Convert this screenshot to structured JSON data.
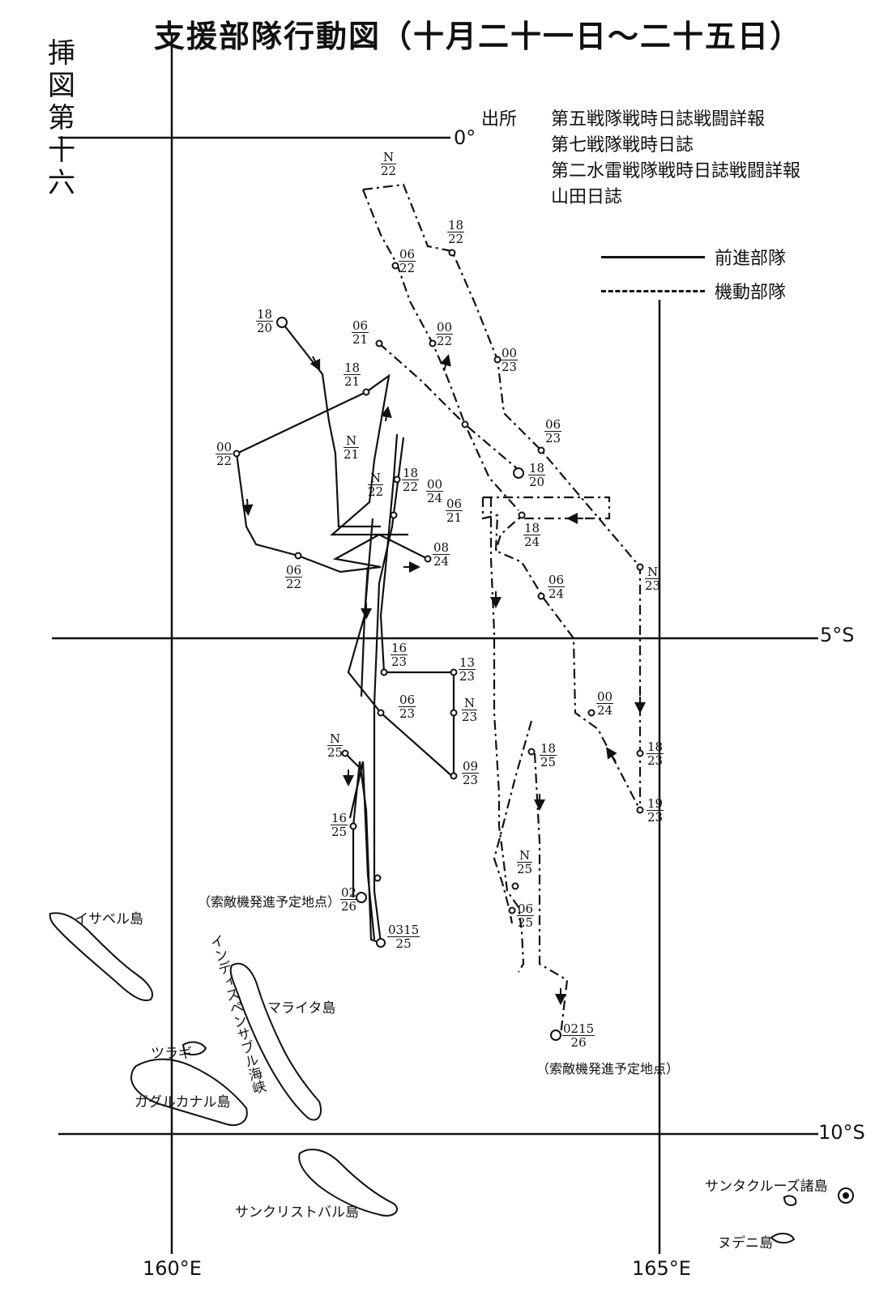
{
  "title": "支援部隊行動図（十月二十一日～二十五日）",
  "figure_label": "挿図第十六",
  "sources": {
    "heading": "出所",
    "items": [
      "第五戦隊戦時日誌戦闘詳報",
      "第七戦隊戦時日誌",
      "第二水雷戦隊戦時日誌戦闘詳報",
      "山田日誌"
    ]
  },
  "legend": {
    "advance_force": "前進部隊",
    "mobile_force": "機動部隊"
  },
  "grid": {
    "lat_0": "0°",
    "lat_5s": "5°S",
    "lat_10s": "10°S",
    "lon_160e": "160°E",
    "lon_165e": "165°E"
  },
  "fracs": [
    {
      "n": "N",
      "d": "22"
    },
    {
      "n": "18",
      "d": "22"
    },
    {
      "n": "06",
      "d": "22"
    },
    {
      "n": "00",
      "d": "22"
    },
    {
      "n": "00",
      "d": "23"
    },
    {
      "n": "06",
      "d": "23"
    },
    {
      "n": "18",
      "d": "20"
    },
    {
      "n": "06",
      "d": "21"
    },
    {
      "n": "18",
      "d": "21"
    },
    {
      "n": "00",
      "d": "22"
    },
    {
      "n": "N",
      "d": "21"
    },
    {
      "n": "N",
      "d": "22"
    },
    {
      "n": "18",
      "d": "22"
    },
    {
      "n": "00",
      "d": "24"
    },
    {
      "n": "06",
      "d": "21"
    },
    {
      "n": "18",
      "d": "20"
    },
    {
      "n": "18",
      "d": "24"
    },
    {
      "n": "08",
      "d": "24"
    },
    {
      "n": "06",
      "d": "22"
    },
    {
      "n": "06",
      "d": "24"
    },
    {
      "n": "N",
      "d": "23"
    },
    {
      "n": "16",
      "d": "23"
    },
    {
      "n": "13",
      "d": "23"
    },
    {
      "n": "06",
      "d": "23"
    },
    {
      "n": "N",
      "d": "23"
    },
    {
      "n": "00",
      "d": "24"
    },
    {
      "n": "09",
      "d": "23"
    },
    {
      "n": "18",
      "d": "23"
    },
    {
      "n": "19",
      "d": "23"
    },
    {
      "n": "18",
      "d": "25"
    },
    {
      "n": "N",
      "d": "25"
    },
    {
      "n": "16",
      "d": "25"
    },
    {
      "n": "N",
      "d": "25"
    },
    {
      "n": "06",
      "d": "25"
    },
    {
      "n": "02",
      "d": "26"
    },
    {
      "n": "0315",
      "d": "25"
    },
    {
      "n": "0215",
      "d": "26"
    }
  ],
  "annotations": {
    "search_plane_left": "（索敵機発進予定地点）",
    "search_plane_right": "（索敵機発進予定地点）"
  },
  "islands": {
    "isabel": "イサベル島",
    "indispensable": "インディスペンサブル海峡",
    "malaita": "マライタ島",
    "tulagi": "ツラギ",
    "guadalcanal": "ガダルカナル島",
    "san_cristobal": "サンクリストバル島",
    "santa_cruz": "サンタクルーズ諸島",
    "ndeni": "ヌデニ島"
  }
}
